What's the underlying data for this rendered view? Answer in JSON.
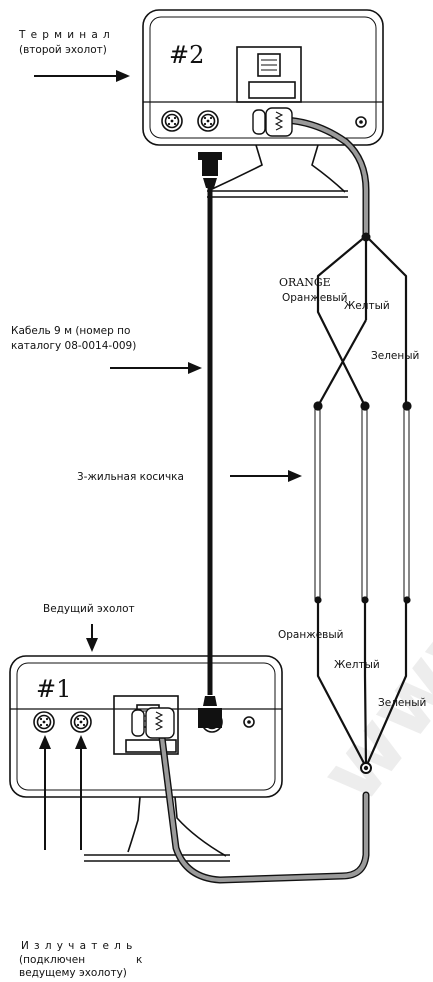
{
  "labels": {
    "terminal_title": "Терминал",
    "terminal_sub": "(второй эхолот)",
    "unit2_num": "#2",
    "unit1_num": "#1",
    "orange_en": "ORANGE",
    "orange_ru_top": "Оранжевый",
    "yellow_top": "Желтый",
    "green_top": "Зеленый",
    "cable_line1": "Кабель 9 м (номер по",
    "cable_line2": "каталогу 08-0014-009)",
    "pigtail": "3-жильная косичка",
    "lead_unit": "Ведущий эхолот",
    "orange_bottom": "Оранжевый",
    "yellow_bottom": "Желтый",
    "green_bottom": "Зеленый",
    "transducer_line1": "Излучатель",
    "transducer_line2_a": "(подключен",
    "transducer_line2_b": "к",
    "transducer_line3": "ведущему эхолоту)"
  },
  "watermark": "www.",
  "colors": {
    "line": "#111111",
    "cable_gray": "#9a9a9a",
    "watermark": "#ededed"
  }
}
